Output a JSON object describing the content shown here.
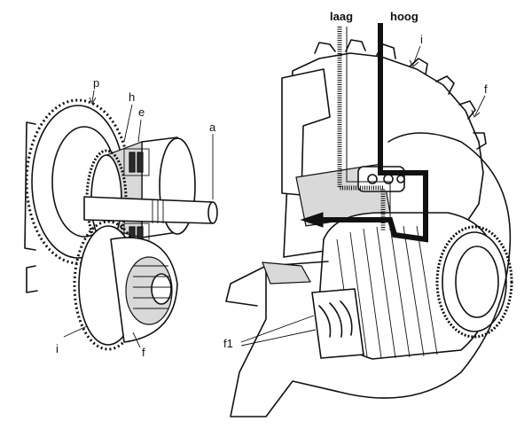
{
  "labels": {
    "p": "p",
    "h": "h",
    "e": "e",
    "a": "a",
    "i_left": "i",
    "f_left": "f",
    "laag": "laag",
    "hoog": "hoog",
    "i_right": "i",
    "f_right": "f",
    "f1": "f1"
  },
  "colors": {
    "ink": "#111111",
    "paper": "#ffffff",
    "shade": "#d9d9d9"
  }
}
